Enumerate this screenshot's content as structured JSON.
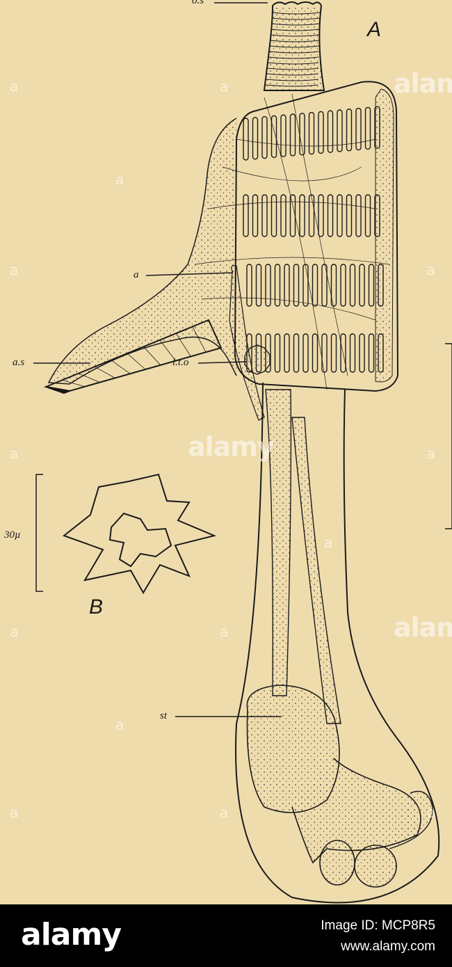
{
  "figure": {
    "panel_a": "A",
    "panel_b": "B",
    "labels": {
      "os": "o.s",
      "a": "a",
      "as": "a.s",
      "lto": "l.t.o",
      "st": "st"
    },
    "scale_b": "30µ"
  },
  "watermark": {
    "text": "alamy",
    "mark": "a"
  },
  "footer": {
    "logo": "alamy",
    "image_id": "Image ID: MCP8R5",
    "url": "www.alamy.com"
  },
  "colors": {
    "paper": "#efdcad",
    "ink": "#1a1a1a",
    "footer": "#000000"
  }
}
